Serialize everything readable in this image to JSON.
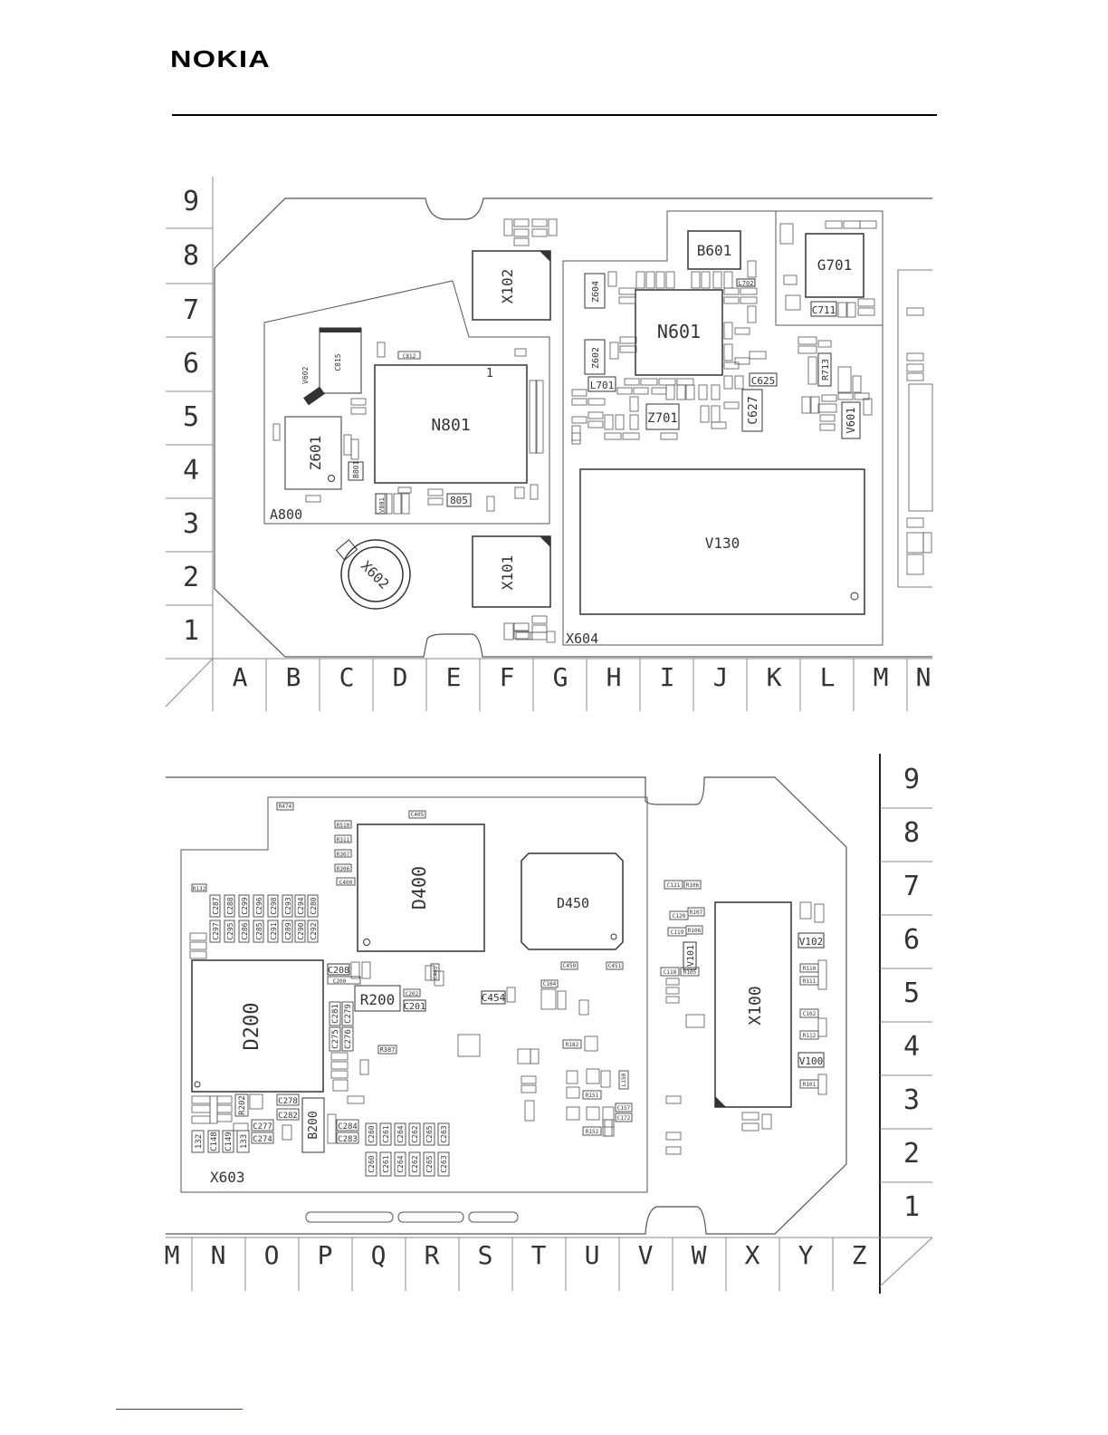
{
  "brand": {
    "logo": "NOKIA"
  },
  "top_panel": {
    "row_labels": [
      "9",
      "8",
      "7",
      "6",
      "5",
      "4",
      "3",
      "2",
      "1"
    ],
    "col_labels": [
      "A",
      "B",
      "C",
      "D",
      "E",
      "F",
      "G",
      "H",
      "I",
      "J",
      "K",
      "L",
      "M",
      "N"
    ],
    "components": {
      "x102": "X102",
      "x101": "X101",
      "x602": "X602",
      "x604": "X604",
      "n801": "N801",
      "z601": "Z601",
      "a800": "A800",
      "b601": "B601",
      "n601": "N601",
      "g701": "G701",
      "v130": "V130",
      "z604": "Z604",
      "z602": "Z602",
      "z701": "Z701",
      "c627": "C627",
      "c625": "C625",
      "v601": "V601",
      "l701": "L701",
      "r713": "R713",
      "c711": "C711",
      "c812": "C812",
      "c815": "C815",
      "v602": "V602",
      "b801": "B801",
      "v801": "V801",
      "c805": "805",
      "c702": "L702",
      "pin1": "1"
    }
  },
  "bottom_panel": {
    "row_labels": [
      "9",
      "8",
      "7",
      "6",
      "5",
      "4",
      "3",
      "2",
      "1"
    ],
    "col_labels": [
      "M",
      "N",
      "O",
      "P",
      "Q",
      "R",
      "S",
      "T",
      "U",
      "V",
      "W",
      "X",
      "Y",
      "Z"
    ],
    "components": {
      "d400": "D400",
      "d450": "D450",
      "d200": "D200",
      "r200": "R200",
      "c201": "C201",
      "c208": "C208",
      "b200": "B200",
      "x603": "X603",
      "x100": "X100",
      "v101": "V101",
      "v102": "V102",
      "v100": "V100",
      "c454": "C454",
      "c405": "C405",
      "c450": "C450",
      "c451": "C451",
      "c104": "C104",
      "c121": "C121",
      "c120": "C120",
      "c119": "C119",
      "c118": "C118",
      "c278": "C278",
      "c282": "C282",
      "c277": "C277",
      "c274": "C274",
      "c284": "C284",
      "c283": "C283",
      "c132": "132",
      "c148": "C148",
      "c149": "C149",
      "c133": "133",
      "r202": "R202",
      "c281": "C281",
      "c275": "C275",
      "c276": "C276",
      "c279": "C279",
      "c200": "C200",
      "c202": "C202",
      "c260": "C260",
      "c261": "C261",
      "c264": "C264",
      "c262": "C262",
      "c265": "C265",
      "c263": "C263",
      "c287": "C287",
      "c288": "C288",
      "c299": "C299",
      "c296": "C296",
      "c298": "C298",
      "c293": "C293",
      "c280": "C280",
      "c297": "C297",
      "c295": "C295",
      "c286": "C286",
      "c285": "C285",
      "c291": "C291",
      "c289": "C289",
      "c290": "C290",
      "c294": "C294",
      "c292": "C292",
      "r510": "R510",
      "r311": "R311",
      "r307": "R307",
      "r306": "R306",
      "c400": "C400",
      "r132": "R132",
      "r474": "R474",
      "r106": "R106",
      "r107": "R107",
      "r105": "R105",
      "r110": "R110",
      "r111": "R111",
      "r112": "R112",
      "r101": "R101",
      "c102": "C102",
      "r182": "R182",
      "r151": "R151",
      "r152": "R152",
      "c157": "C157",
      "c172": "C172",
      "l150": "L150",
      "c403": "C403",
      "r387": "R387"
    }
  },
  "colors": {
    "ink": "#000000",
    "line": "#555555",
    "grid": "#888888",
    "link": "#3a3ad0"
  }
}
